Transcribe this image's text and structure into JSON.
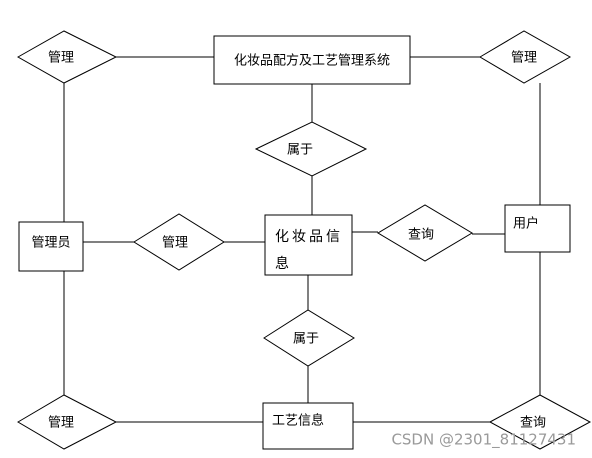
{
  "entities": {
    "system": "化妆品配方及工艺管理系统",
    "admin": "管理员",
    "cosmetic_line1": "化妆品信",
    "cosmetic_line2": "息",
    "user": "用户",
    "process": "工艺信息"
  },
  "relations": {
    "manage_top_left": "管理",
    "manage_top_right": "管理",
    "belongs_top": "属于",
    "manage_middle": "管理",
    "query_middle": "查询",
    "belongs_bottom": "属于",
    "manage_bottom_left": "管理",
    "query_bottom_right": "查询"
  },
  "watermark": "CSDN @2301_81127431"
}
